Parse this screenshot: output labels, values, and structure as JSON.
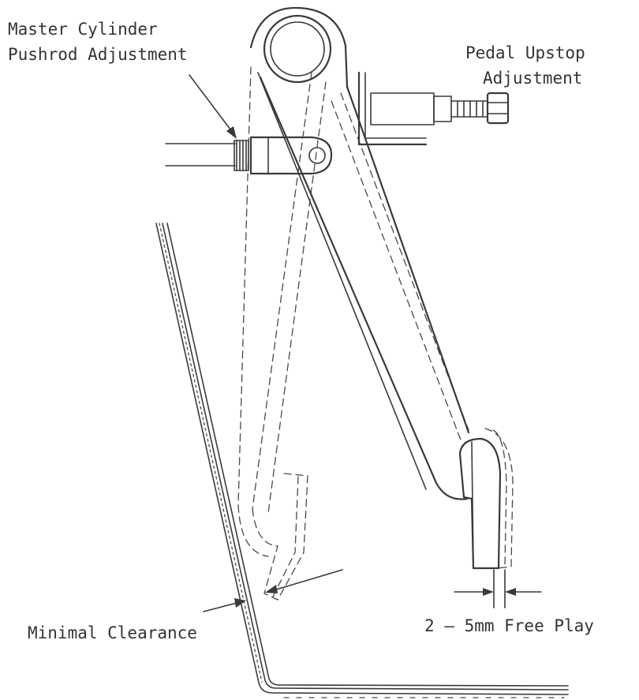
{
  "labels": {
    "master_cylinder_line1": "Master Cylinder",
    "master_cylinder_line2": "Pushrod Adjustment",
    "pedal_upstop_line1": "Pedal Upstop",
    "pedal_upstop_line2": "Adjustment",
    "minimal_clearance": "Minimal Clearance",
    "free_play": "2 – 5mm Free Play"
  },
  "colors": {
    "ink": "#3a3a3a",
    "background": "#ffffff"
  }
}
